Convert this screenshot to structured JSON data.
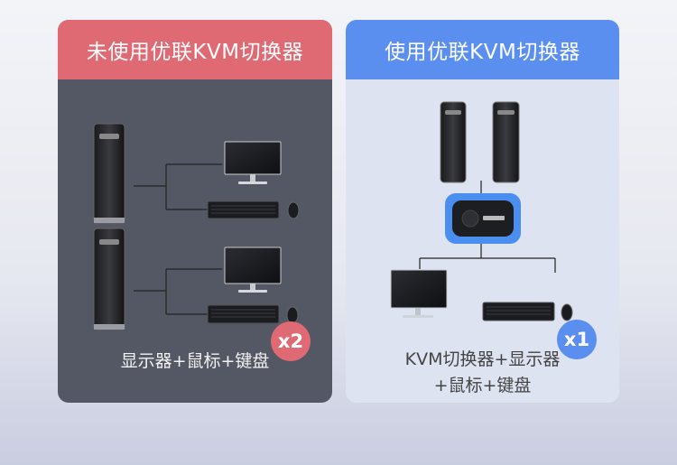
{
  "left_panel": {
    "title": "未使用优联KVM切换器",
    "caption": "显示器+鼠标+键盘",
    "badge": "x2"
  },
  "right_panel": {
    "title": "使用优联KVM切换器",
    "caption_line1": "KVM切换器+显示器",
    "caption_line2": "+鼠标+键盘",
    "badge": "x1"
  },
  "colors": {
    "left_accent": "#e06a74",
    "right_accent": "#5a8ff0",
    "left_panel_bg": "#545864",
    "right_panel_bg": "#dde3f1"
  }
}
